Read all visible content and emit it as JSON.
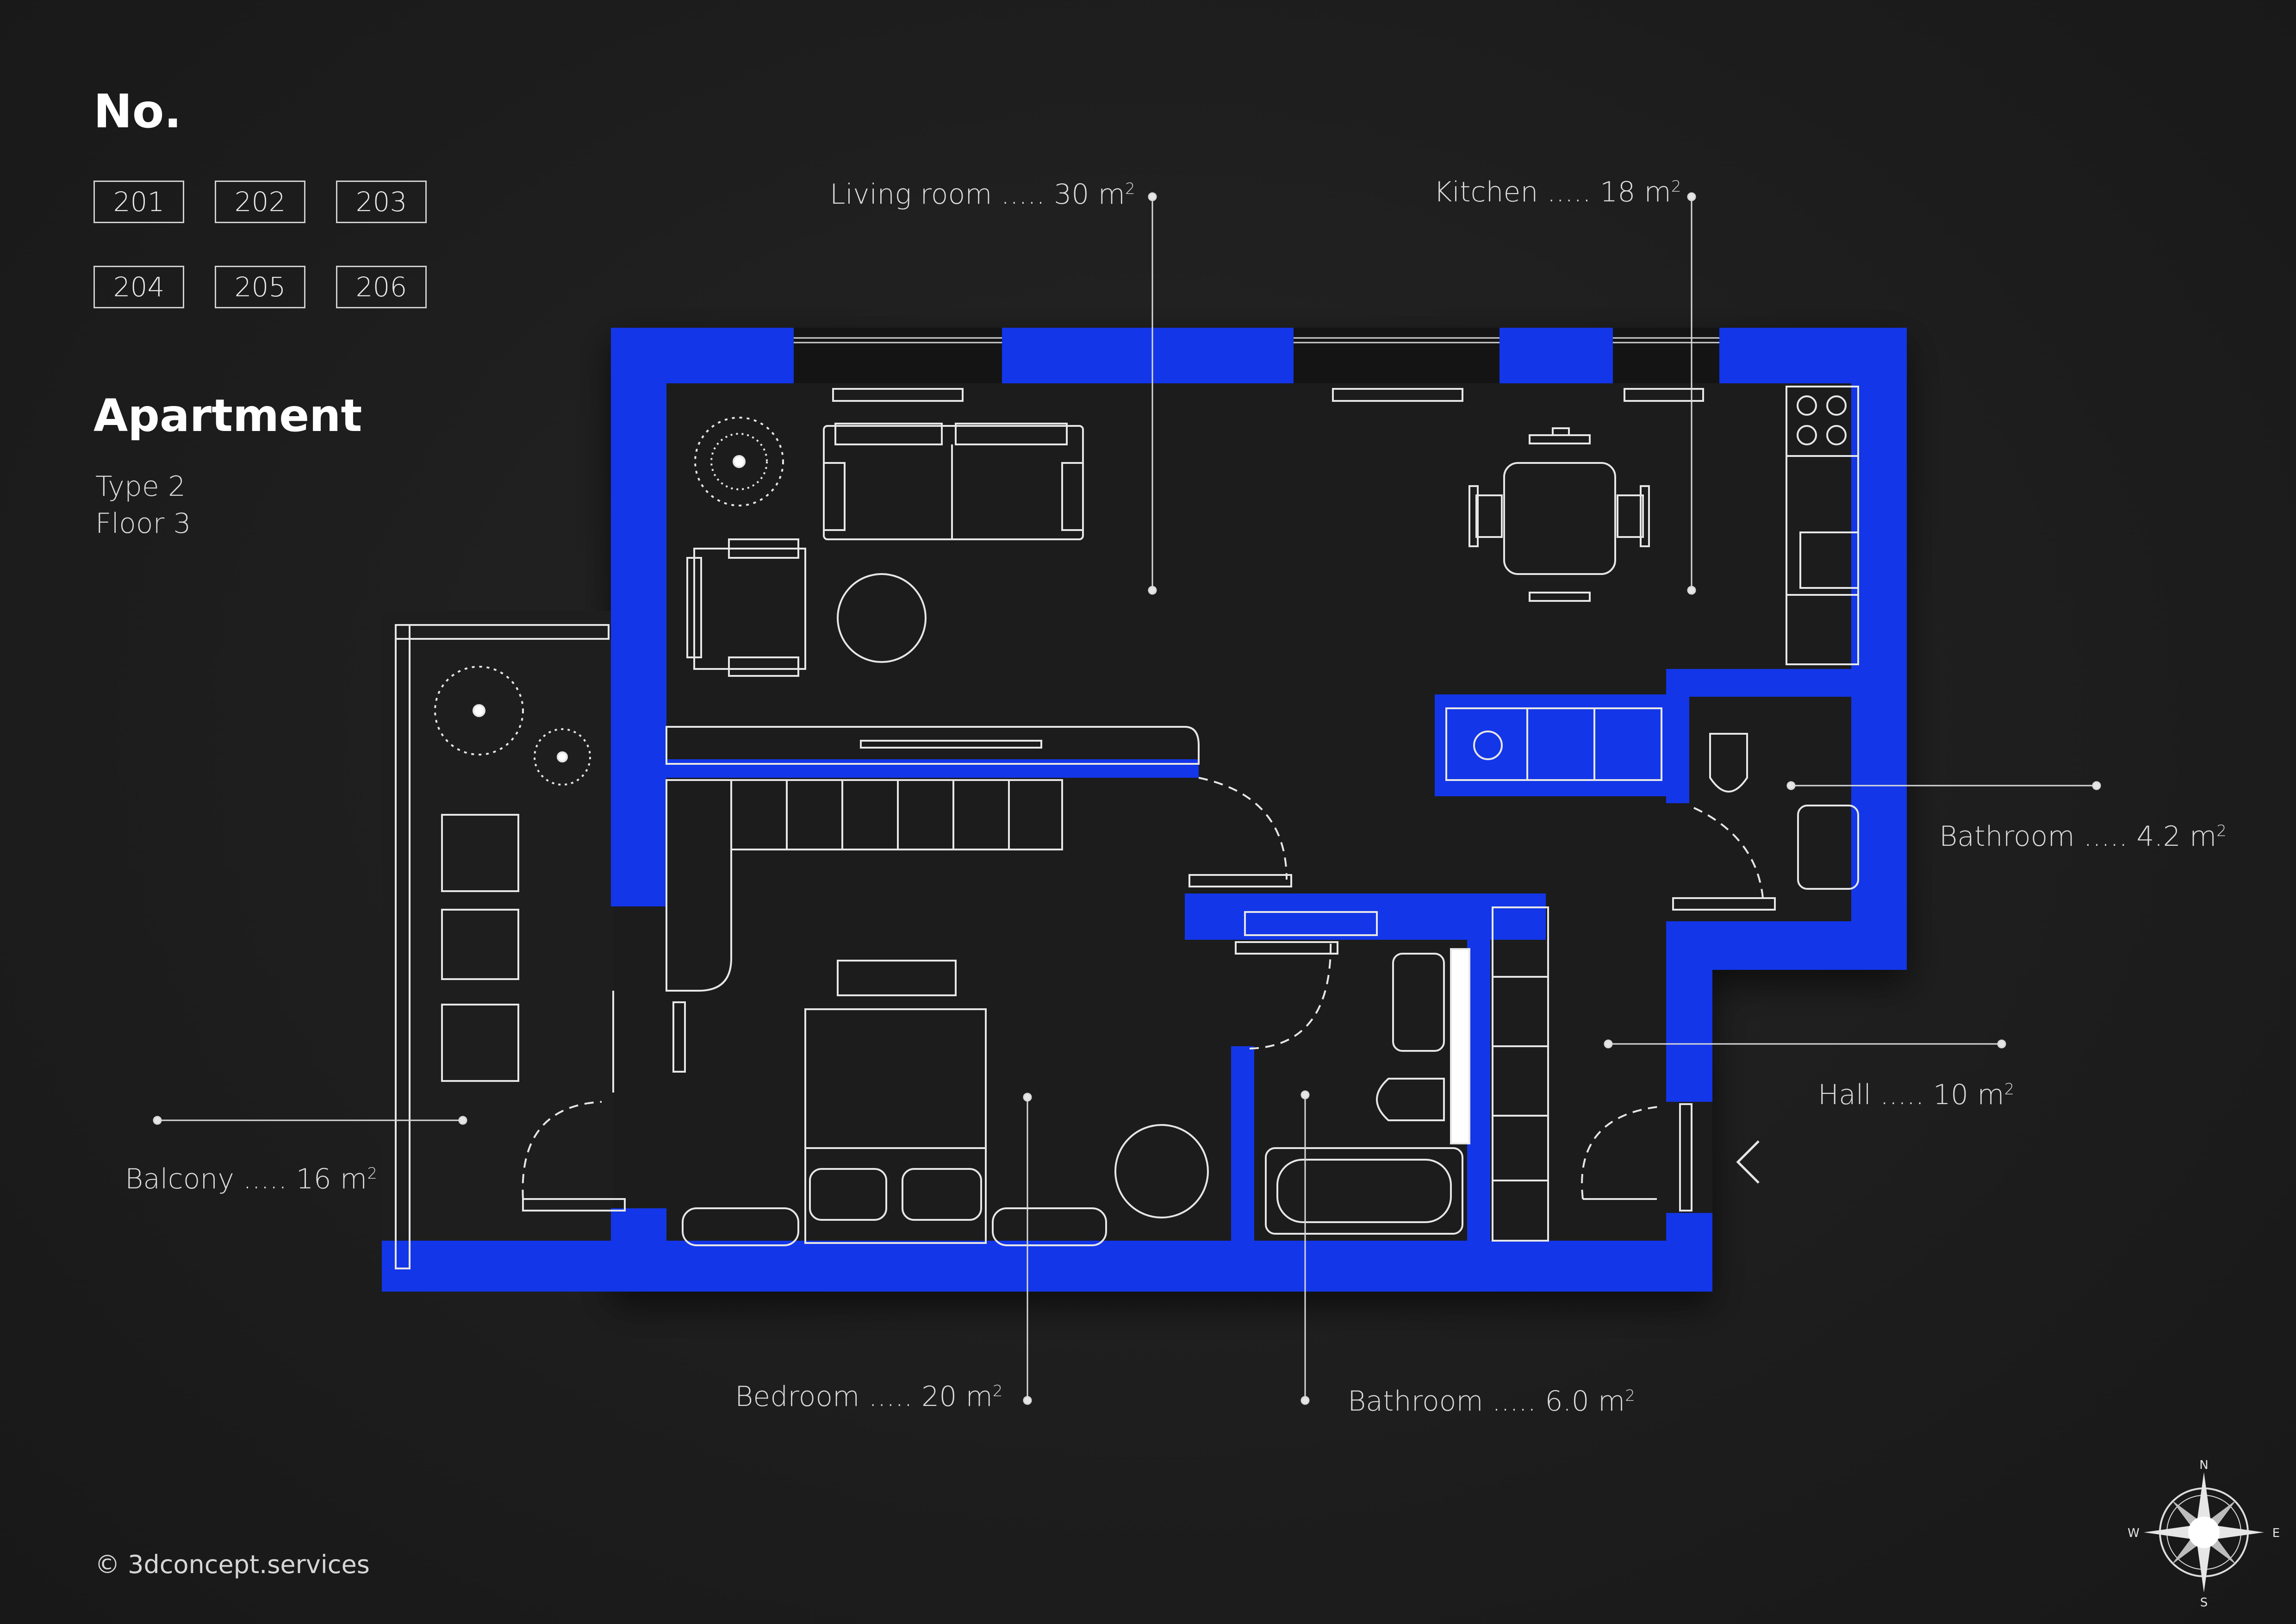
{
  "header": {
    "no_label": "No."
  },
  "units": [
    "201",
    "202",
    "203",
    "204",
    "205",
    "206"
  ],
  "apartment": {
    "title": "Apartment",
    "type": "Type 2",
    "floor": "Floor 3"
  },
  "rooms": {
    "living": {
      "name": "Living room",
      "area": "30"
    },
    "kitchen": {
      "name": "Kitchen",
      "area": "18"
    },
    "bath_small": {
      "name": "Bathroom",
      "area": "4.2"
    },
    "hall": {
      "name": "Hall",
      "area": "10"
    },
    "balcony": {
      "name": "Balcony",
      "area": "16"
    },
    "bedroom": {
      "name": "Bedroom",
      "area": "20"
    },
    "bath_large": {
      "name": "Bathroom",
      "area": "6.0"
    }
  },
  "leader": " ..... ",
  "unit_label": "m",
  "unit_sup": "2",
  "compass": {
    "n": "N",
    "s": "S",
    "e": "E",
    "w": "W"
  },
  "footer": {
    "copyright": "© 3dconcept.services"
  },
  "colors": {
    "wall": "#1336e8",
    "background": "#1c1c1c",
    "line": "#e6e6e6"
  }
}
